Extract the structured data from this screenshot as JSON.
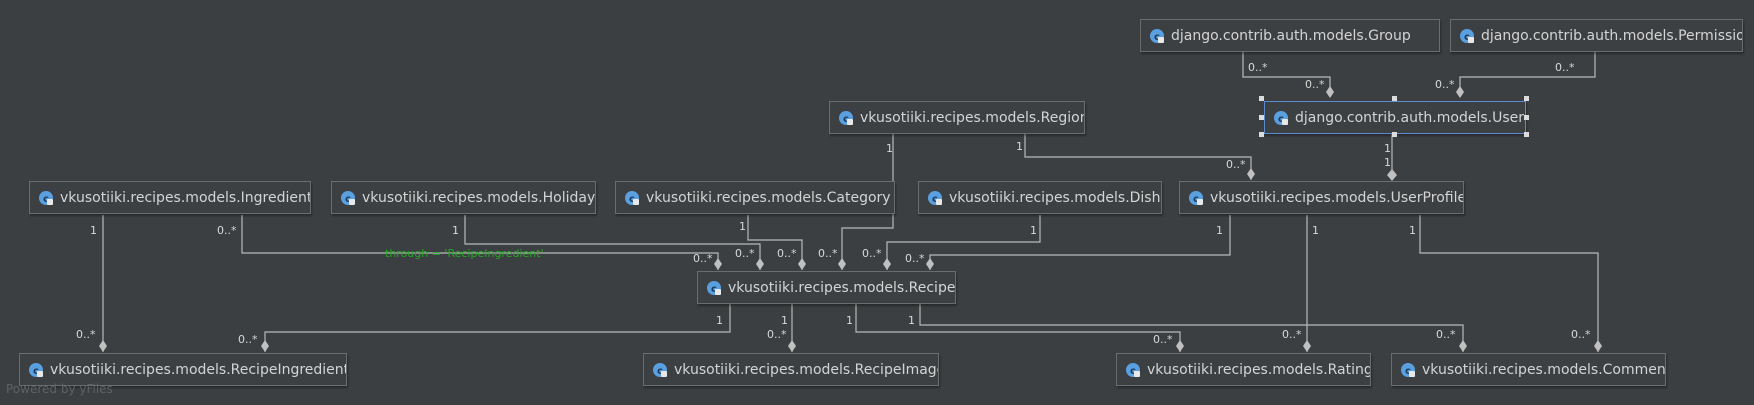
{
  "nodes": {
    "group": "django.contrib.auth.models.Group",
    "permission": "django.contrib.auth.models.Permission",
    "user": "django.contrib.auth.models.User",
    "region": "vkusotiiki.recipes.models.Region",
    "ingredient": "vkusotiiki.recipes.models.Ingredient",
    "holiday": "vkusotiiki.recipes.models.Holiday",
    "category": "vkusotiiki.recipes.models.Category",
    "dish": "vkusotiiki.recipes.models.Dish",
    "userprofile": "vkusotiiki.recipes.models.UserProfile",
    "recipe": "vkusotiiki.recipes.models.Recipe",
    "recipeingredient": "vkusotiiki.recipes.models.RecipeIngredient",
    "recipeimage": "vkusotiiki.recipes.models.RecipeImage",
    "rating": "vkusotiiki.recipes.models.Rating",
    "comment": "vkusotiiki.recipes.models.Comment"
  },
  "multiplicities": {
    "group_src": "0..*",
    "group_dst": "0..*",
    "permission_src": "0..*",
    "permission_dst": "0..*",
    "user_up_1": "1",
    "user_up_2": "1",
    "region_recipe_src": "1",
    "region_up_src": "1",
    "region_up_dst": "0..*",
    "ingredient_ri_src": "1",
    "ingredient_recipe_src": "0..*",
    "holiday_src": "1",
    "category_src": "1",
    "dish_src": "1",
    "up_recipe_src": "1",
    "up_rating_src": "1",
    "up_comment_src": "1",
    "recipe_dst_ingredient": "0..*",
    "recipe_dst_holiday": "0..*",
    "recipe_dst_category": "0..*",
    "recipe_dst_region": "0..*",
    "recipe_dst_dish": "0..*",
    "recipe_dst_up": "0..*",
    "recipe_ri_src": "1",
    "recipe_img_src": "1",
    "recipe_rating_src": "1",
    "recipe_comment_src": "1",
    "ri_dst_ingredient": "0..*",
    "ri_dst_recipe": "0..*",
    "img_dst": "0..*",
    "rating_dst_recipe": "0..*",
    "rating_dst_up": "0..*",
    "comment_dst_recipe": "0..*",
    "comment_dst_up": "0..*"
  },
  "through_label": "through = 'RecipeIngredient'",
  "watermark": "Powered by yFiles",
  "colors": {
    "background": "#3c3f41",
    "node_fill": "#3d4043",
    "node_border": "#6a6d70",
    "selected_border": "#5a8ccf",
    "edge": "#b9b9b9",
    "note": "#26a826",
    "icon": "#5aa0e0"
  }
}
